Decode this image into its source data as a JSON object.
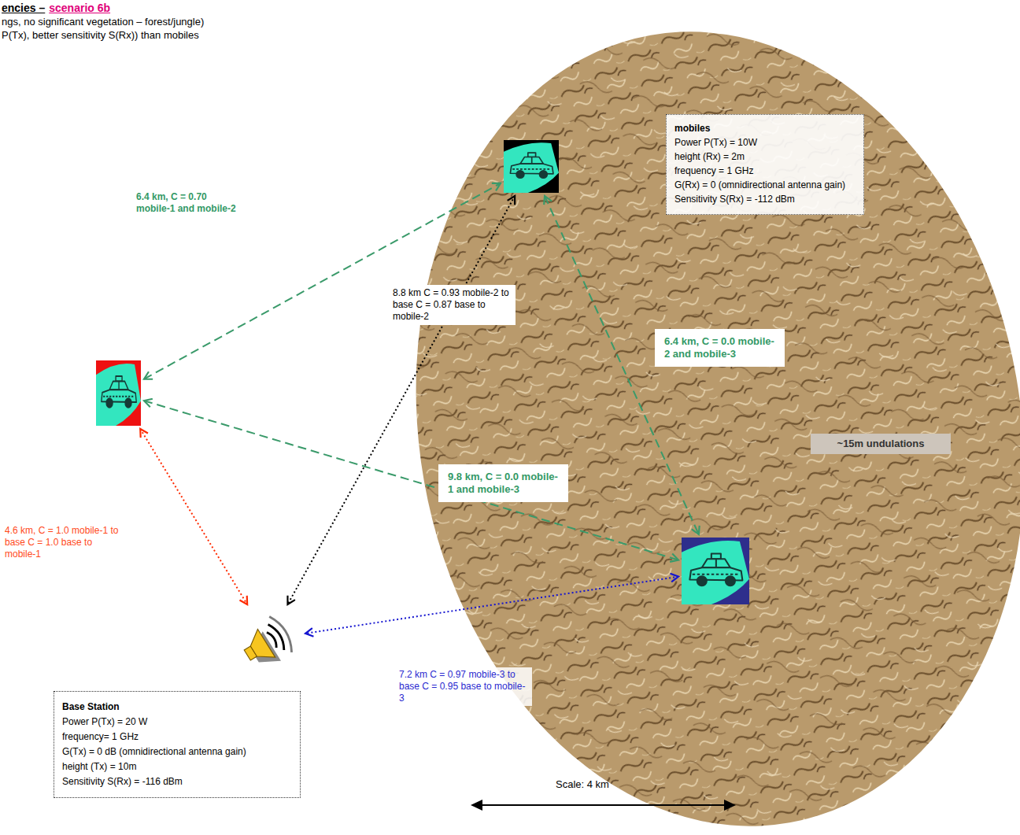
{
  "diagram": {
    "title": "encies –",
    "nodes": [
      {
        "text": [
          "mobiles",
          "Power P(Tx) = 10W",
          "height (Rx) = 2m",
          "frequency = 1 GHz",
          "G(Rx) = 0 (omnidirectional antenna gain)",
          "Sensitivity S(Rx) = -112 dBm"
        ]
      },
      {
        "text": []
      },
      {
        "text": []
      },
      {
        "text": [
          "~15m undulations"
        ]
      },
      {
        "text": []
      },
      {
        "text": []
      },
      {
        "text": [
          "Base Station",
          "Power P(Tx) = 20 W",
          "frequency= 1 GHz",
          "G(Tx) = 0 dB (omnidirectional antenna gain)",
          "height (Tx) = 10m",
          "Sensitivity S(Rx) = -116 dBm"
        ]
      }
    ],
    "edges": [
      {
        "from": 2,
        "to": 1,
        "arrow": "both",
        "label": "6.4 km, C = 0.70 mobile-1 and mobile-2"
      },
      {
        "from": 1,
        "to": 5,
        "arrow": "both",
        "label": "8.8 km C = 0.93 mobile-2 to base C = 0.87 base to mobile-2"
      },
      {
        "from": 1,
        "to": 4,
        "arrow": "both",
        "label": "6.4 km, C = 0.0 mobile-2 and mobile-3"
      },
      {
        "from": 2,
        "to": 4,
        "arrow": "both",
        "label": "9.8 km, C = 0.0 mobile-1 and mobile-3"
      },
      {
        "from": 2,
        "to": 5,
        "arrow": "both",
        "label": "4.6 km, C = 1.0 mobile-1 to base C = 1.0 base to mobile-1"
      },
      {
        "from": 4,
        "to": 5,
        "arrow": "both",
        "label": "7.2 km C = 0.97 mobile-3 to base C = 0.95 base to mobile-3"
      }
    ],
    "labels": [
      "scenario 6b",
      "ngs, no significant vegetation – forest/jungle)",
      "P(Tx), better sensitivity S(Rx)) than mobiles",
      "Scale: 4 km"
    ]
  }
}
